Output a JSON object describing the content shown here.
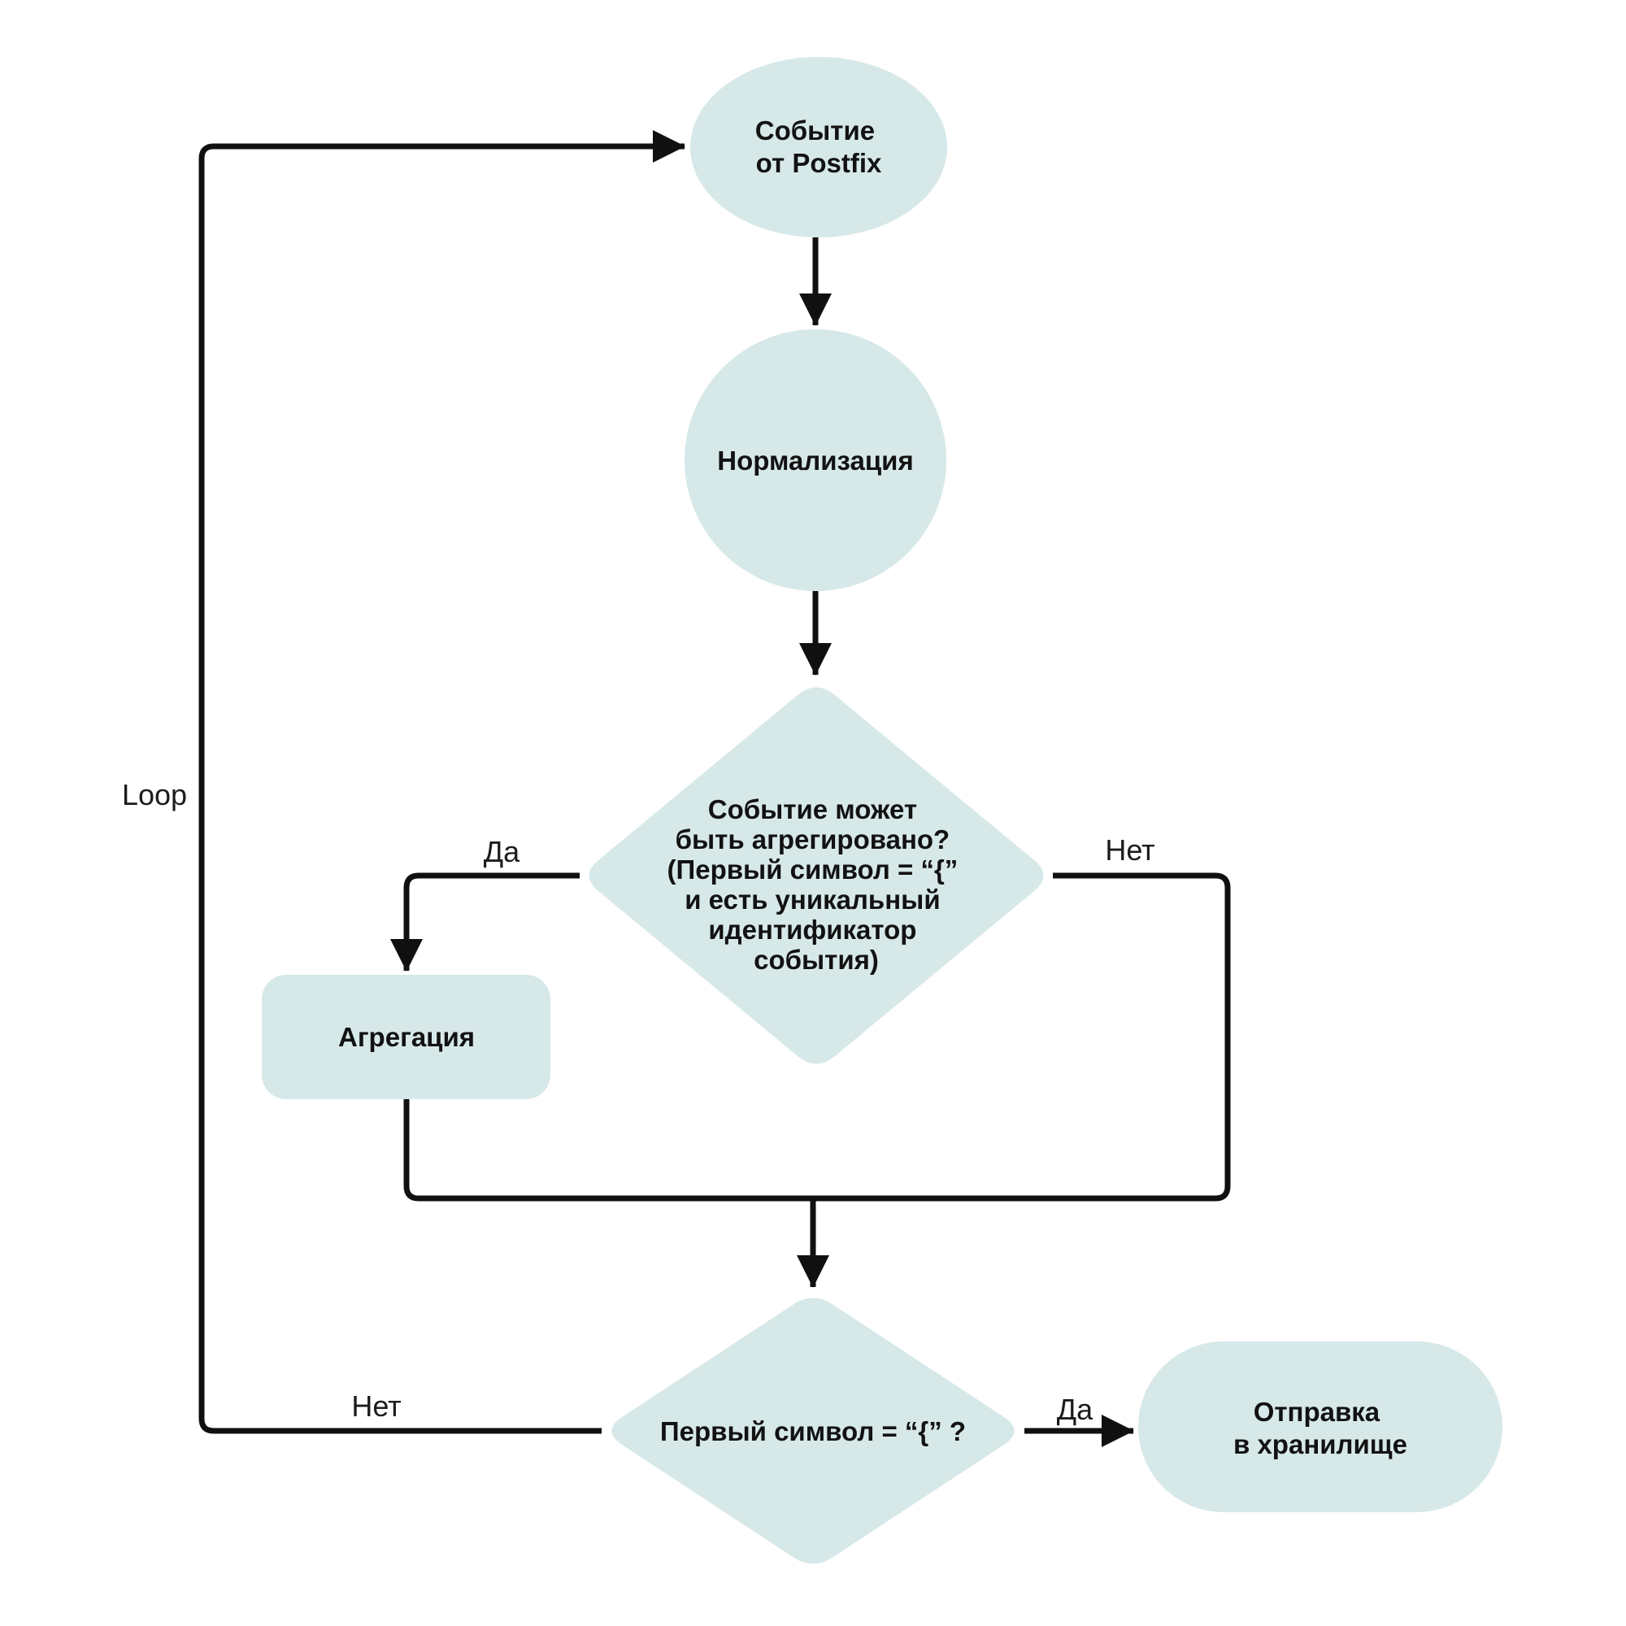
{
  "diagram": {
    "type": "flowchart",
    "colors": {
      "background": "#ffffff",
      "node_fill": "#d7e8e8",
      "edge_stroke": "#101010",
      "node_text": "#121212",
      "edge_label_text": "#1c1c1c"
    },
    "nodes": {
      "start": {
        "shape": "ellipse",
        "lines": [
          "Событие",
          "от Postfix"
        ]
      },
      "normalization": {
        "shape": "circle",
        "label": "Нормализация"
      },
      "aggregation_check": {
        "shape": "diamond",
        "lines": [
          "Событие может",
          "быть агрегировано?",
          "(Первый символ  = “{”",
          "и есть уникальный",
          "идентификатор",
          "события)"
        ]
      },
      "aggregation": {
        "shape": "rounded-rect",
        "label": "Агрегация"
      },
      "first_char_check": {
        "shape": "diamond",
        "label": "Первый символ  = “{” ?"
      },
      "send_to_storage": {
        "shape": "stadium",
        "lines": [
          "Отправка",
          "в хранилище"
        ]
      }
    },
    "edge_labels": {
      "loop": "Loop",
      "aggregation_yes": "Да",
      "aggregation_no": "Нет",
      "first_char_no": "Нет",
      "first_char_yes": "Да"
    }
  }
}
